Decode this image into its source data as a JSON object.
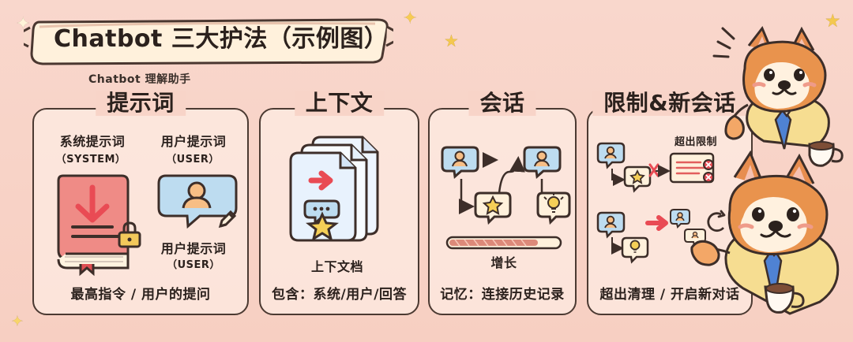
{
  "title": "Chatbot 三大护法（示例图）",
  "subtitle": "Chatbot 理解助手",
  "panels": [
    {
      "title": "提示词",
      "system_label": "系统提示词",
      "system_sub": "（SYSTEM）",
      "user_label_top": "用户提示词",
      "user_sub_top": "（USER）",
      "user_label_bottom": "用户提示词",
      "user_sub_bottom": "（USER）",
      "footer": "最高指令 / 用户的提问"
    },
    {
      "title": "上下文",
      "doc_label": "上下文档",
      "footer": "包含：系统/用户/回答"
    },
    {
      "title": "会话",
      "progress_label": "增长",
      "footer": "记忆：连接历史记录"
    },
    {
      "title": "限制&新会话",
      "limit_label": "超出限制",
      "footer": "超出清理 / 开启新对话"
    }
  ],
  "icons": {
    "title_sparkles": [
      "sparkle-icon",
      "star-icon"
    ],
    "prompt_book": "book-icon",
    "prompt_lock": "lock-icon",
    "prompt_user_bubble": "user-bubble-icon",
    "prompt_pencil": "pencil-icon",
    "context_docs": "stacked-documents-icon",
    "session_user": "user-chat-icon",
    "session_star": "star-chat-icon",
    "session_idea": "idea-chat-icon",
    "limit_cross": "cross-icon",
    "limit_refresh": "refresh-icon",
    "mascot": "shiba-dog-icon",
    "mug": "mug-icon"
  },
  "colors": {
    "background": "#f8d4c8",
    "ink": "#2b211d",
    "red": "#e85e5e",
    "yellow": "#f5cf57",
    "blue": "#b9d8ef",
    "tan": "#d99a58",
    "cream": "#fff2df"
  }
}
